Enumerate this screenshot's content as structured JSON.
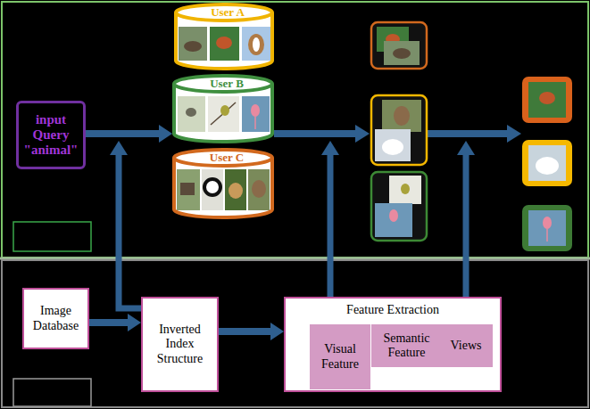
{
  "diagram": {
    "nodes": [
      {
        "text": [
          "input Query \"animal\""
        ]
      },
      {
        "text": [
          "User A"
        ]
      },
      {
        "text": [
          "User B"
        ]
      },
      {
        "text": [
          "User C"
        ]
      },
      {
        "text": [
          "Image Database"
        ]
      },
      {
        "text": [
          "Inverted Index Structure"
        ]
      },
      {
        "text": [
          "Feature Extraction"
        ]
      },
      {
        "text": [
          "Visual Feature"
        ],
        "in": 6
      },
      {
        "text": [
          "Semantic Feature"
        ],
        "in": 6
      },
      {
        "text": [
          "Views"
        ],
        "in": 6
      }
    ],
    "edges": [
      {
        "from": 0,
        "to": 2,
        "arrow": "to"
      },
      {
        "from": 4,
        "to": 5,
        "arrow": "to"
      },
      {
        "from": 5,
        "to": 6,
        "arrow": "to"
      }
    ]
  }
}
